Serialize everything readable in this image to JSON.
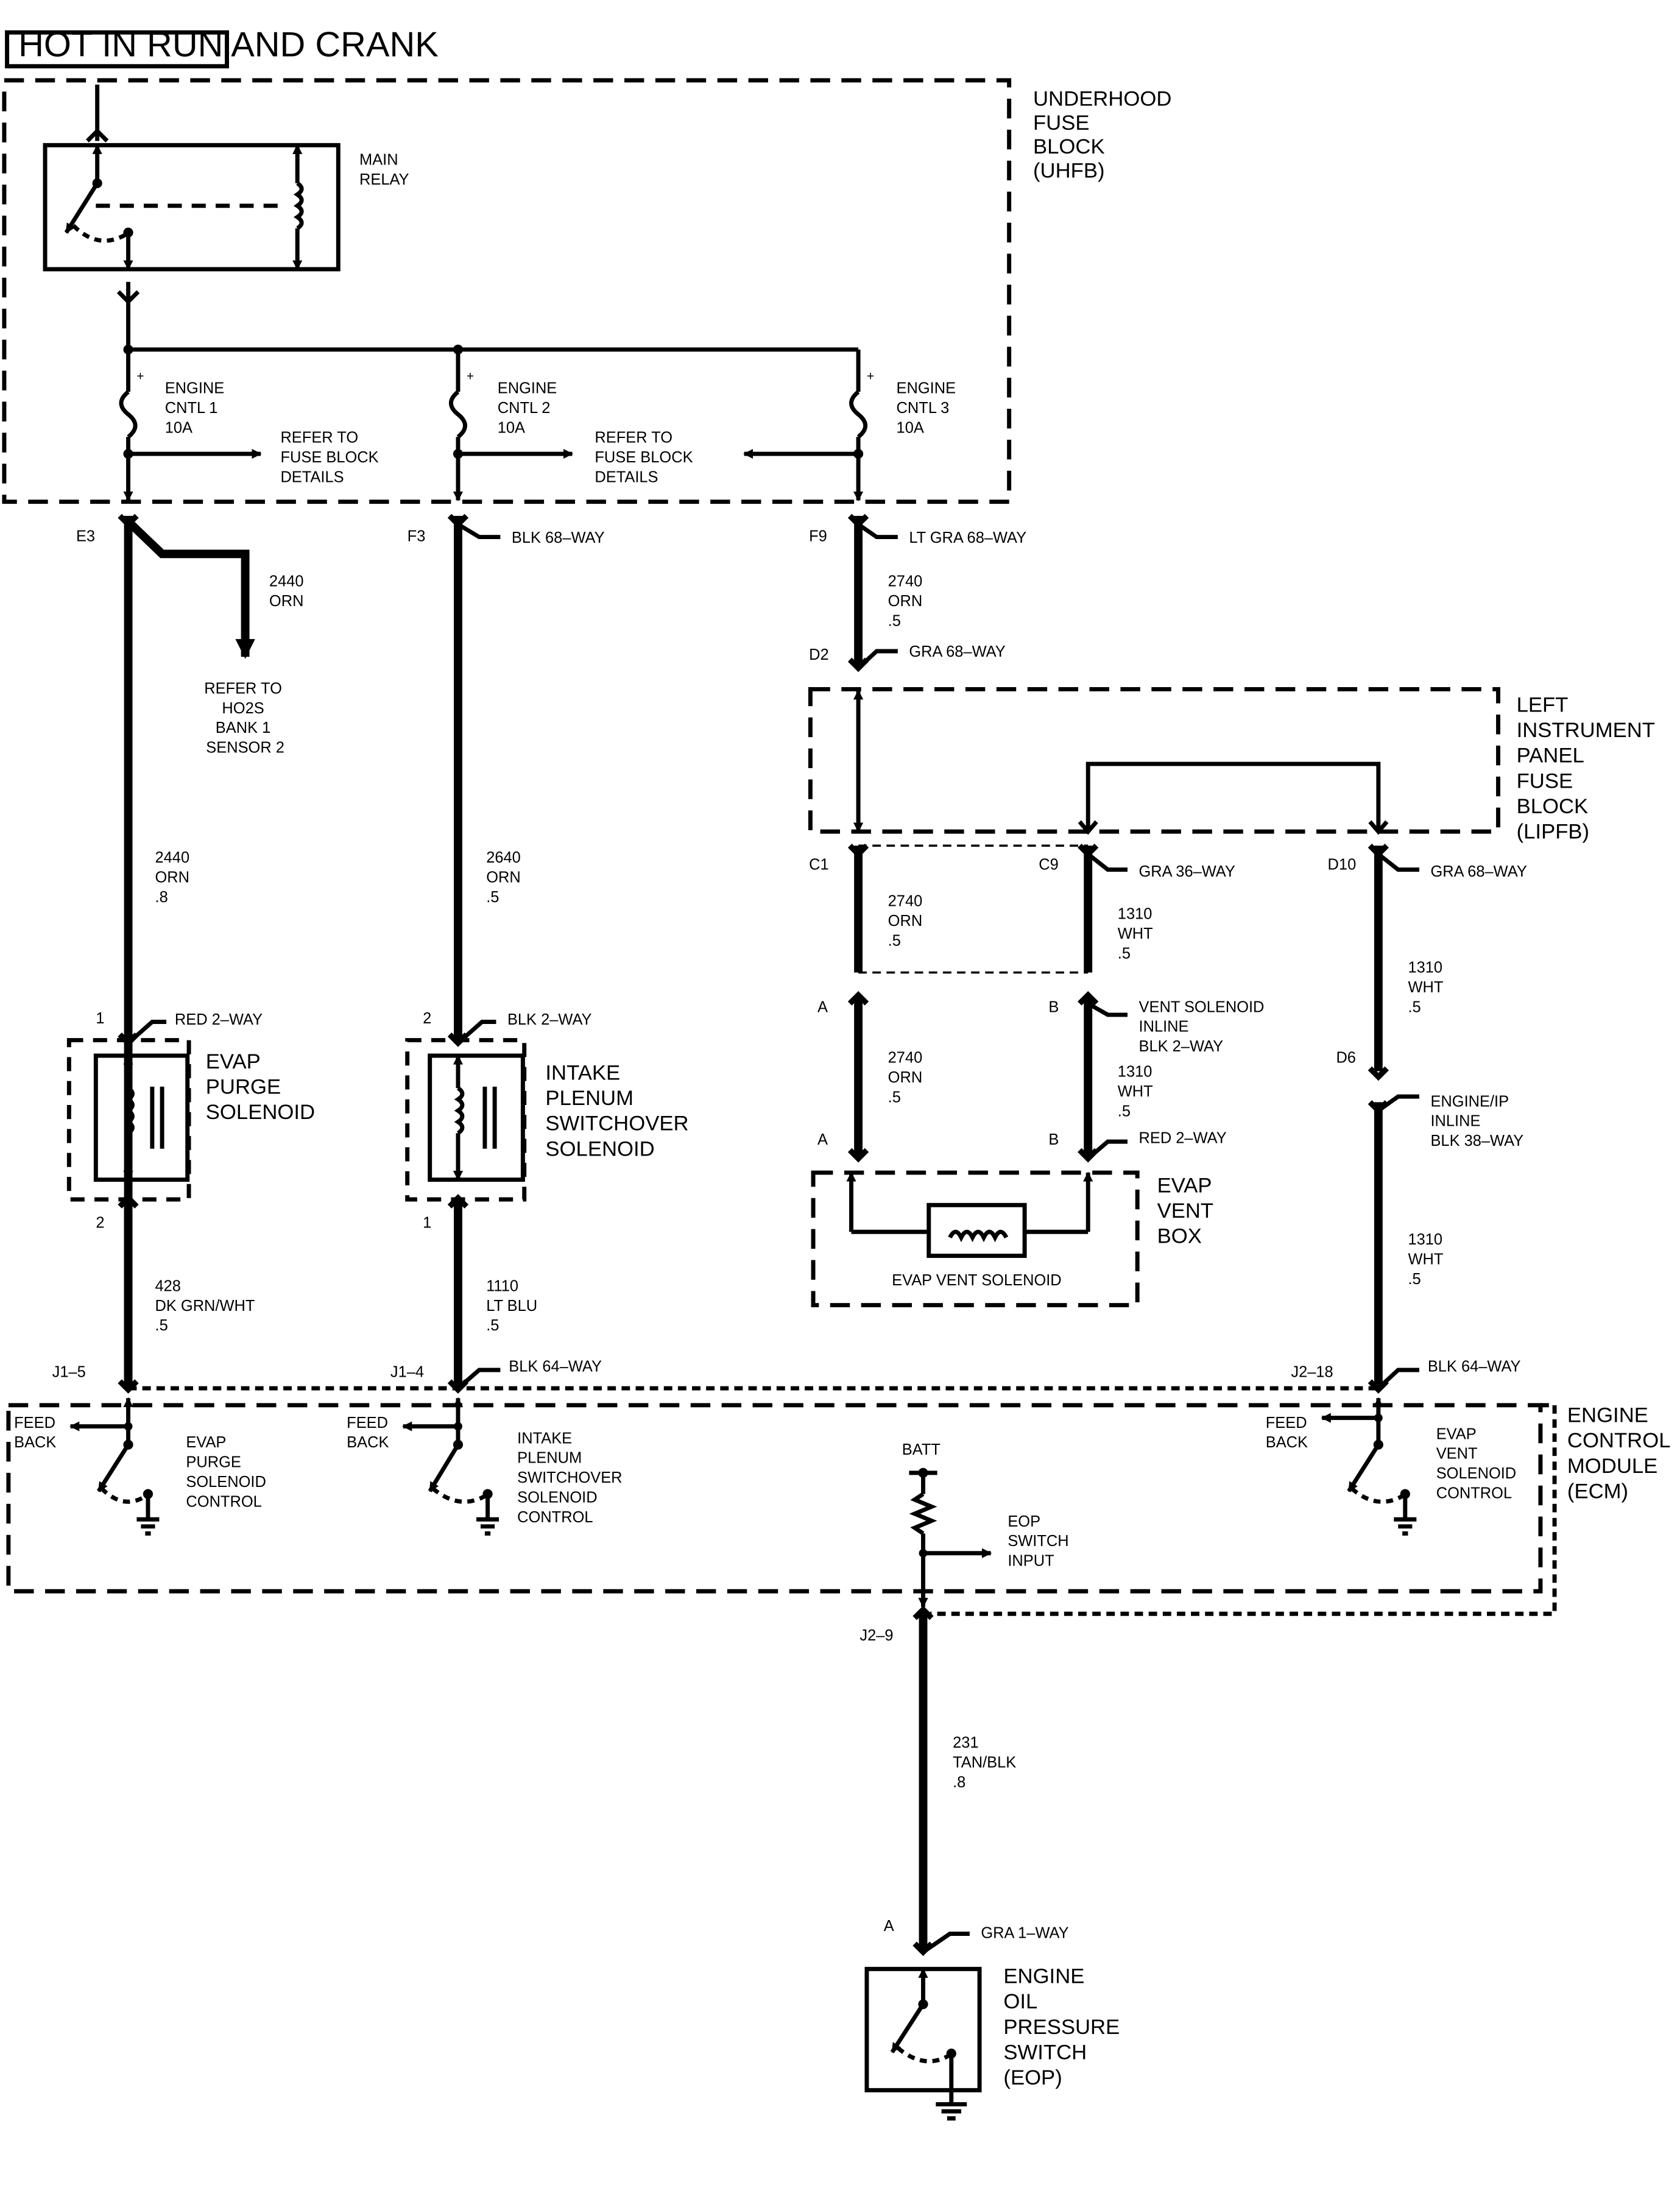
{
  "header": {
    "label": "HOT IN RUN AND CRANK"
  },
  "uhfb": {
    "title": [
      "UNDERHOOD",
      "FUSE",
      "BLOCK",
      "(UHFB)"
    ],
    "relay": [
      "MAIN",
      "RELAY"
    ],
    "fuse1": [
      "ENGINE",
      "CNTL 1",
      "10A"
    ],
    "fuse2": [
      "ENGINE",
      "CNTL 2",
      "10A"
    ],
    "fuse3": [
      "ENGINE",
      "CNTL 3",
      "10A"
    ],
    "refer1": [
      "REFER TO",
      "FUSE BLOCK",
      "DETAILS"
    ],
    "refer2": [
      "REFER TO",
      "FUSE BLOCK",
      "DETAILS"
    ],
    "plus": "+"
  },
  "connectors": {
    "e3": "E3",
    "f3": "F3",
    "f3_conn": "BLK 68–WAY",
    "f9": "F9",
    "f9_conn": "LT GRA 68–WAY",
    "d2": "D2",
    "d2_conn": "GRA 68–WAY",
    "c1": "C1",
    "c9": "C9",
    "c9_conn": "GRA 36–WAY",
    "d10": "D10",
    "d10_conn": "GRA 68–WAY",
    "d6": "D6",
    "d6_conn": [
      "ENGINE/IP",
      "INLINE",
      "BLK 38–WAY"
    ],
    "purge_1": "1",
    "purge_1_conn": "RED 2–WAY",
    "purge_2": "2",
    "intake_2": "2",
    "intake_2_conn": "BLK 2–WAY",
    "intake_1": "1",
    "vent_a1": "A",
    "vent_b1": "B",
    "vent_b1_conn": [
      "VENT SOLENOID",
      "INLINE",
      "BLK 2–WAY"
    ],
    "vent_a2": "A",
    "vent_b2": "B",
    "vent_b2_conn": "RED 2–WAY",
    "j1_5": "J1–5",
    "j1_4": "J1–4",
    "j1_4_conn": "BLK 64–WAY",
    "j2_18": "J2–18",
    "j2_18_conn": "BLK 64–WAY",
    "j2_9": "J2–9",
    "eop_a": "A",
    "eop_a_conn": "GRA 1–WAY"
  },
  "wires": {
    "w2440_branch": [
      "2440",
      "ORN"
    ],
    "ho2s_ref": [
      "REFER TO",
      "HO2S",
      "BANK 1",
      "SENSOR 2"
    ],
    "w2440": [
      "2440",
      "ORN",
      ".8"
    ],
    "w2640": [
      "2640",
      "ORN",
      ".5"
    ],
    "w2740_a": [
      "2740",
      "ORN",
      ".5"
    ],
    "w2740_b": [
      "2740",
      "ORN",
      ".5"
    ],
    "w2740_c": [
      "2740",
      "ORN",
      ".5"
    ],
    "w1310_a": [
      "1310",
      "WHT",
      ".5"
    ],
    "w1310_b": [
      "1310",
      "WHT",
      ".5"
    ],
    "w1310_c": [
      "1310",
      "WHT",
      ".5"
    ],
    "w1310_d": [
      "1310",
      "WHT",
      ".5"
    ],
    "w428": [
      "428",
      "DK GRN/WHT",
      ".5"
    ],
    "w1110": [
      "1110",
      "LT BLU",
      ".5"
    ],
    "w231": [
      "231",
      "TAN/BLK",
      ".8"
    ]
  },
  "components": {
    "lipfb": [
      "LEFT",
      "INSTRUMENT",
      "PANEL",
      "FUSE",
      "BLOCK",
      "(LIPFB)"
    ],
    "purge": [
      "EVAP",
      "PURGE",
      "SOLENOID"
    ],
    "intake": [
      "INTAKE",
      "PLENUM",
      "SWITCHOVER",
      "SOLENOID"
    ],
    "vent_box": [
      "EVAP",
      "VENT",
      "BOX"
    ],
    "vent_solenoid": "EVAP VENT SOLENOID",
    "eop": [
      "ENGINE",
      "OIL",
      "PRESSURE",
      "SWITCH",
      "(EOP)"
    ]
  },
  "ecm": {
    "title": [
      "ENGINE",
      "CONTROL",
      "MODULE",
      "(ECM)"
    ],
    "feed1": [
      "FEED",
      "BACK"
    ],
    "feed2": [
      "FEED",
      "BACK"
    ],
    "feed3": [
      "FEED",
      "BACK"
    ],
    "purge_ctrl": [
      "EVAP",
      "PURGE",
      "SOLENOID",
      "CONTROL"
    ],
    "intake_ctrl": [
      "INTAKE",
      "PLENUM",
      "SWITCHOVER",
      "SOLENOID",
      "CONTROL"
    ],
    "vent_ctrl": [
      "EVAP",
      "VENT",
      "SOLENOID",
      "CONTROL"
    ],
    "batt": "BATT",
    "eop_input": [
      "EOP",
      "SWITCH",
      "INPUT"
    ]
  }
}
